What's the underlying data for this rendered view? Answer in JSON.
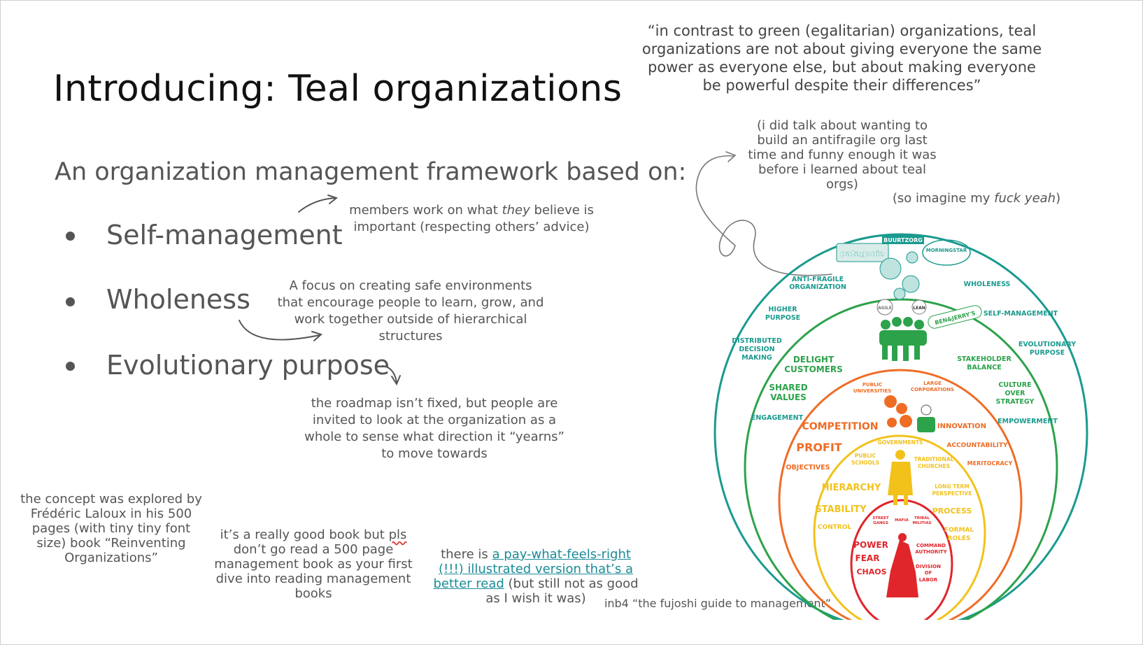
{
  "title": "Introducing: Teal organizations",
  "subtitle": "An organization management framework based on:",
  "bullets": [
    {
      "label": "Self-management"
    },
    {
      "label": "Wholeness"
    },
    {
      "label": "Evolutionary purpose"
    }
  ],
  "notes": {
    "self_management_pre": "members work on what ",
    "self_management_em": "they",
    "self_management_post": " believe is important (respecting others’ advice)",
    "wholeness": "A focus on creating safe environments that encourage people to learn, grow, and work together outside of hierarchical structures",
    "evolutionary": "the roadmap isn’t fixed, but people are invited to look at the organization as a whole to sense what direction it “yearns” to move towards",
    "laloux": "the concept was explored by Frédéric Laloux in his 500 pages (with tiny tiny font size) book “Reinventing Organizations”",
    "good_book_pre": "it’s a really good book but ",
    "good_book_pls": "pls",
    "good_book_post": " don’t go read a 500 page management book as your first dive into reading management books",
    "illustrated_pre": "there is ",
    "illustrated_link": "a pay-what-feels-right (!!!) illustrated version that’s a better read",
    "illustrated_post": " (but still not as good as I wish it was)",
    "quote": "“in contrast to green (egalitarian) organizations, teal organizations are not about giving everyone the same power as everyone else, but about making everyone be powerful despite their differences”",
    "antifragile": "(i did talk about wanting to build an antifragile org last time and funny enough it was before i learned about teal orgs)",
    "imagine_pre": "(so imagine my ",
    "imagine_em": "fuck yeah",
    "imagine_post": ")",
    "inb4": "inb4 “the fujoshi guide to management”"
  },
  "diagram": {
    "colors": {
      "teal": "#1a9a8e",
      "green": "#2ca24b",
      "orange": "#ef6c24",
      "yellow": "#f2c21b",
      "red": "#e0262b"
    },
    "teal_labels": {
      "buurtzorg": "BUURTZORG",
      "patagonia": "patagonia",
      "morningstar": "MORNINGSTAR",
      "anti_fragile": "ANTI-FRAGILE",
      "organization": "ORGANIZATION",
      "wholeness": "WHOLENESS",
      "higher": "HIGHER",
      "purpose": "PURPOSE",
      "self_management": "SELF-MANAGEMENT",
      "distributed": "DISTRIBUTED",
      "decision": "DECISION",
      "making": "MAKING",
      "evolutionary": "EVOLUTIONARY",
      "evo_purpose": "PURPOSE",
      "engagement": "ENGAGEMENT",
      "empowerment": "EMPOWERMENT"
    },
    "green_labels": {
      "agile": "AGILE",
      "lean": "LEAN",
      "ben_jerrys": "BEN&JERRY'S",
      "delight": "DELIGHT",
      "customers": "CUSTOMERS",
      "stakeholder": "STAKEHOLDER",
      "balance": "BALANCE",
      "shared": "SHARED",
      "values": "VALUES",
      "culture": "CULTURE",
      "over": "OVER",
      "strategy": "STRATEGY"
    },
    "orange_labels": {
      "public": "PUBLIC",
      "universities": "UNIVERSITIES",
      "large": "LARGE",
      "corporations": "CORPORATIONS",
      "competition": "COMPETITION",
      "innovation": "INNOVATION",
      "profit": "PROFIT",
      "accountability": "ACCOUNTABILITY",
      "objectives": "OBJECTIVES",
      "meritocracy": "MERITOCRACY"
    },
    "amber_labels": {
      "governments": "GOVERNMENTS",
      "public": "PUBLIC",
      "schools": "SCHOOLS",
      "traditional": "TRADITIONAL",
      "churches": "CHURCHES",
      "hierarchy": "HIERARCHY",
      "long_term": "LONG TERM",
      "perspective": "PERSPECTIVE",
      "stability": "STABILITY",
      "process": "PROCESS",
      "control": "CONTROL",
      "formal": "FORMAL",
      "roles": "ROLES"
    },
    "red_labels": {
      "street": "STREET",
      "gangs": "GANGS",
      "mafia": "MAFIA",
      "tribal": "TRIBAL",
      "militias": "MILITIAS",
      "power": "POWER",
      "fear": "FEAR",
      "chaos": "CHAOS",
      "command": "COMMAND",
      "authority": "AUTHORITY",
      "division": "DIVISION",
      "of": "OF",
      "labor": "LABOR"
    }
  }
}
